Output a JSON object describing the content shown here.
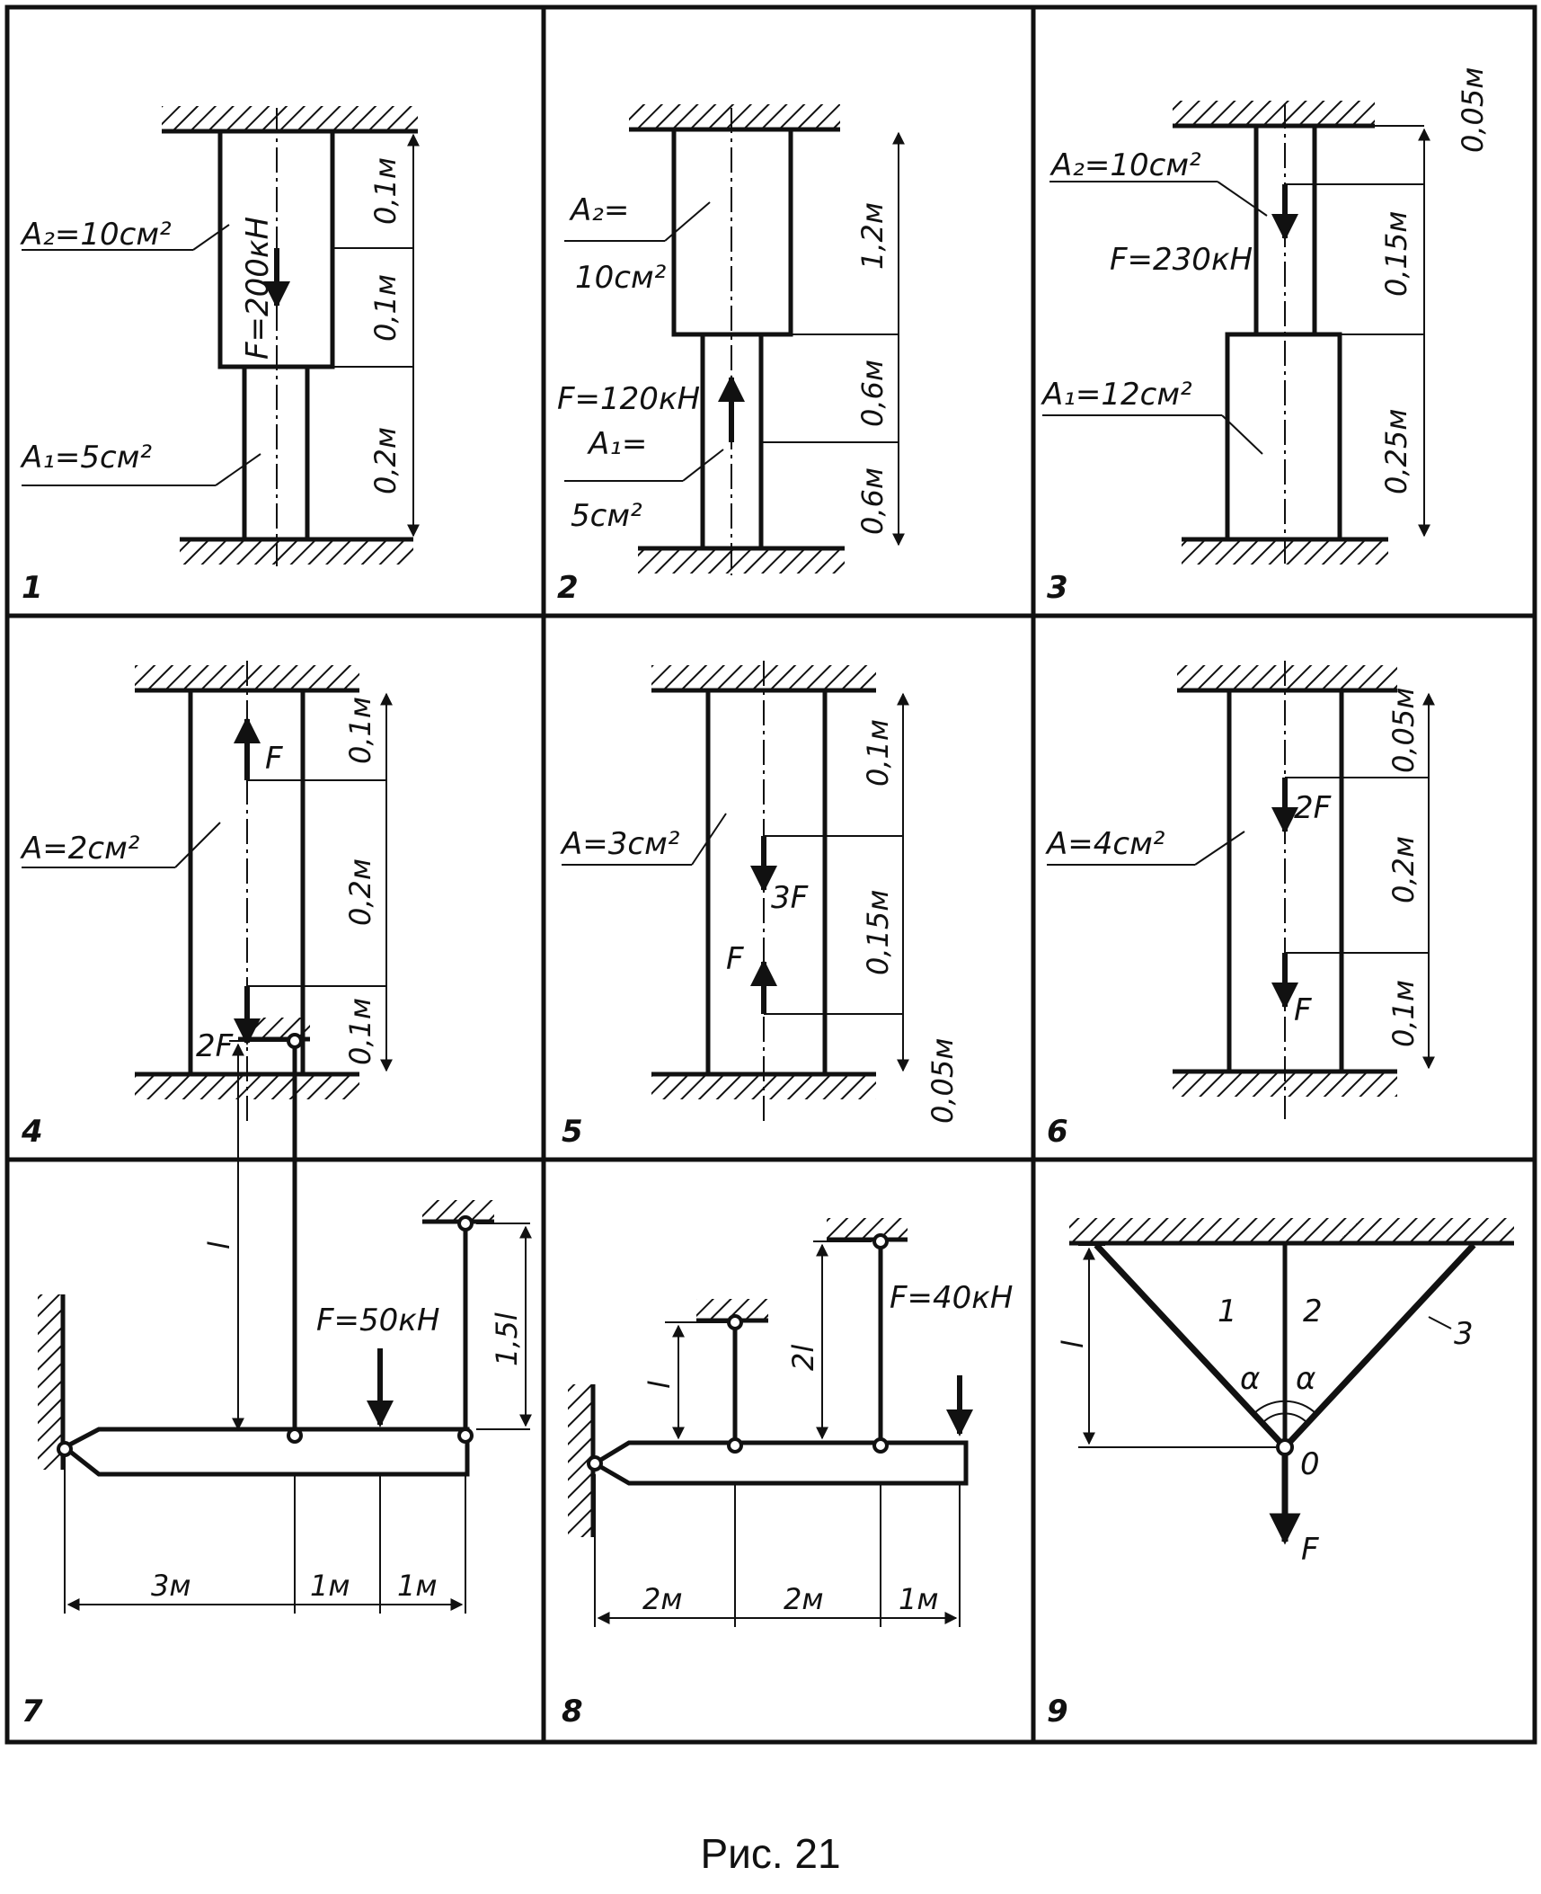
{
  "caption": "Рис. 21",
  "panels": [
    {
      "number": "1",
      "labels": [
        "A₂=10см²",
        "A₁=5см²",
        "F=200кН"
      ],
      "dims": [
        "0,1м",
        "0,1м",
        "0,2м"
      ]
    },
    {
      "number": "2",
      "labels": [
        "A₂=",
        "10см²",
        "F=120кН",
        "A₁=",
        "5см²"
      ],
      "dims": [
        "1,2м",
        "0,6м",
        "0,6м"
      ]
    },
    {
      "number": "3",
      "labels": [
        "A₂=10см²",
        "F=230кН",
        "A₁=12см²"
      ],
      "dims": [
        "0,05м",
        "0,15м",
        "0,25м"
      ]
    },
    {
      "number": "4",
      "labels": [
        "A=2см²",
        "F",
        "2F"
      ],
      "dims": [
        "0,1м",
        "0,2м",
        "0,1м"
      ]
    },
    {
      "number": "5",
      "labels": [
        "A=3см²",
        "3F",
        "F"
      ],
      "dims": [
        "0,1м",
        "0,15м",
        "0,05м"
      ]
    },
    {
      "number": "6",
      "labels": [
        "A=4см²",
        "2F",
        "F"
      ],
      "dims": [
        "0,05м",
        "0,2м",
        "0,1м"
      ]
    },
    {
      "number": "7",
      "labels": [
        "F=50кН"
      ],
      "dims": [
        "l",
        "1,5l",
        "3м",
        "1м",
        "1м"
      ]
    },
    {
      "number": "8",
      "labels": [
        "F=40кН"
      ],
      "dims": [
        "l",
        "2l",
        "2м",
        "2м",
        "1м"
      ]
    },
    {
      "number": "9",
      "labels": [
        "1",
        "2",
        "3",
        "α",
        "α",
        "0",
        "F"
      ],
      "dims": [
        "l"
      ]
    }
  ]
}
